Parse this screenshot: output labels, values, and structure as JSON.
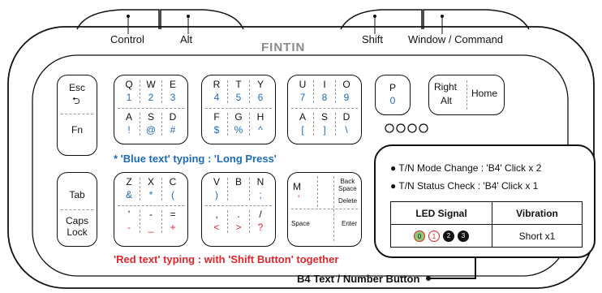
{
  "callouts": {
    "control": "Control",
    "alt": "Alt",
    "shift": "Shift",
    "window_command": "Window / Command",
    "b4": "B4 Text / Number Button"
  },
  "brand": "FINTIN",
  "keys": {
    "esc": "Esc",
    "fn": "Fn",
    "tab": "Tab",
    "caps": "Caps\nLock",
    "p": "P",
    "p_num": "0",
    "right_alt_1": "Right",
    "right_alt_2": "Alt",
    "home": "Home"
  },
  "grid_top": [
    {
      "top": [
        "Q",
        "W",
        "E"
      ],
      "top_sub": [
        "1",
        "2",
        "3"
      ],
      "bot": [
        "A",
        "S",
        "D"
      ],
      "bot_sub": [
        "!",
        "@",
        "#"
      ]
    },
    {
      "top": [
        "R",
        "T",
        "Y"
      ],
      "top_sub": [
        "4",
        "5",
        "6"
      ],
      "bot": [
        "F",
        "G",
        "H"
      ],
      "bot_sub": [
        "$",
        "%",
        "^"
      ]
    },
    {
      "top": [
        "U",
        "I",
        "O"
      ],
      "top_sub": [
        "7",
        "8",
        "9"
      ],
      "bot": [
        "A",
        "S",
        "D"
      ],
      "bot_sub": [
        "[",
        "]",
        "\\"
      ]
    }
  ],
  "grid_bottom": [
    {
      "top": [
        "Z",
        "X",
        "C"
      ],
      "top_sub": [
        "&",
        "*",
        "("
      ],
      "bot": [
        "'",
        "-",
        "="
      ],
      "bot_sub": [
        "-",
        "_",
        "+"
      ]
    },
    {
      "top": [
        "V",
        "B",
        "N"
      ],
      "top_sub": [
        ")",
        "",
        ";"
      ],
      "bot": [
        ",",
        ".",
        "/"
      ],
      "bot_sub": [
        "<",
        ">",
        "?"
      ]
    }
  ],
  "special_key": {
    "m": "M",
    "m_sub": "'",
    "back": "Back\nSpace",
    "delete": "Delete",
    "space": "Space",
    "enter": "Enter"
  },
  "notes": {
    "blue": "* 'Blue text' typing : 'Long Press'",
    "red": "'Red text' typing : with 'Shift Button' together"
  },
  "panel": {
    "line1": "T/N Mode Change : 'B4' Click x 2",
    "line2": "T/N Status Check  : 'B4' Click x 1",
    "col_led": "LED Signal",
    "col_vib": "Vibration",
    "leds": [
      "0",
      "1",
      "2",
      "3"
    ],
    "vibration": "Short x1"
  },
  "colors": {
    "blue": "#1c6bb8",
    "red": "#e0262c",
    "green": "#8fc97a",
    "brand": "#8a8a8a"
  }
}
